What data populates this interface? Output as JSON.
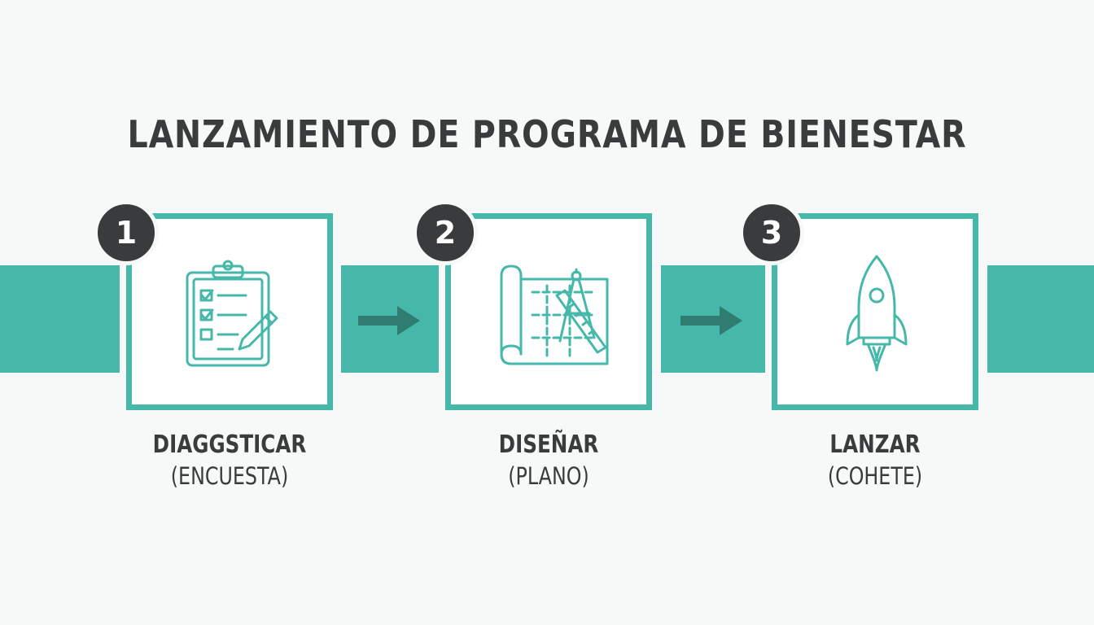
{
  "title": "LANZAMIENTO DE PROGRAMA DE BIENESTAR",
  "colors": {
    "accent": "#45b8a9",
    "dark": "#3a3b3d",
    "arrow": "#2f7d70",
    "background": "#f7f8f8"
  },
  "steps": [
    {
      "number": "1",
      "name": "DIAGGSTICAR",
      "detail": "(ENCUESTA)",
      "icon": "clipboard-checklist-icon"
    },
    {
      "number": "2",
      "name": "DISEÑAR",
      "detail": "(PLANO)",
      "icon": "blueprint-compass-icon"
    },
    {
      "number": "3",
      "name": "LANZAR",
      "detail": "(COHETE)",
      "icon": "rocket-icon"
    }
  ]
}
